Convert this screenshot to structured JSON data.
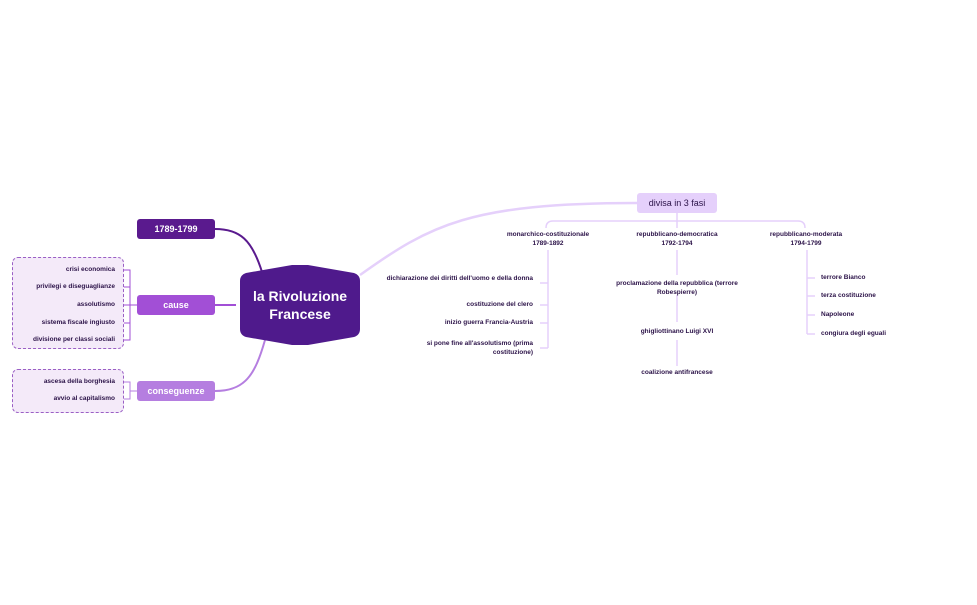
{
  "central": {
    "title": "la Rivoluzione Francese"
  },
  "left_branches": {
    "date": "1789-1799",
    "cause": {
      "label": "cause",
      "items": [
        "crisi economica",
        "privilegi e diseguaglianze",
        "assolutismo",
        "sistema fiscale ingiusto",
        "divisione per classi sociali"
      ]
    },
    "conseguenze": {
      "label": "conseguenze",
      "items": [
        "ascesa della borghesia",
        "avvio al capitalismo"
      ]
    }
  },
  "fasi": {
    "label": "divisa in 3 fasi",
    "phases": [
      {
        "title": "monarchico-costituzionale",
        "years": "1789-1892",
        "items": [
          "dichiarazione dei diritti dell'uomo e della donna",
          "costituzione del clero",
          "inizio guerra Francia-Austria",
          "si pone fine all'assolutismo (prima costituzione)"
        ]
      },
      {
        "title": "repubblicano-democratica",
        "years": "1792-1794",
        "items": [
          "proclamazione della repubblica (terrore Robespierre)",
          "ghigliottinano Luigi XVI",
          "coalizione antifrancese"
        ]
      },
      {
        "title": "repubblicano-moderata",
        "years": "1794-1799",
        "items": [
          "terrore Bianco",
          "terza costituzione",
          "Napoleone",
          "congiura degli eguali"
        ]
      }
    ]
  },
  "colors": {
    "central": "#4f1a8c",
    "date": "#5a1a8e",
    "cause": "#a24fd6",
    "conseguenze": "#b57ee0",
    "fasi": "#e5d0fb",
    "text": "#2b1248"
  }
}
